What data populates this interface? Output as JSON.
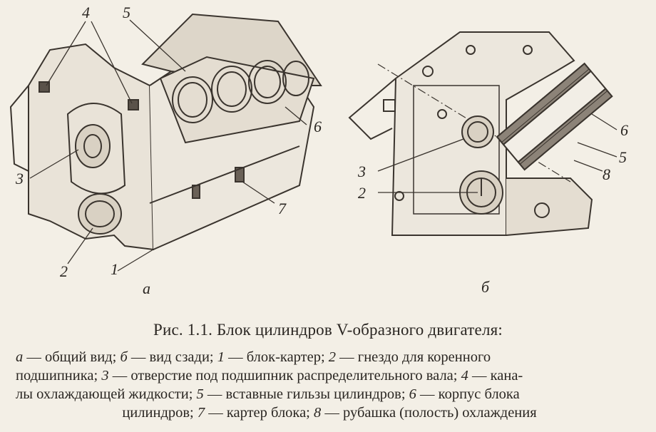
{
  "figure": {
    "panel_a": {
      "sublabel": "а",
      "callouts": [
        "4",
        "5",
        "6",
        "3",
        "2",
        "1",
        "7"
      ]
    },
    "panel_b": {
      "sublabel": "б",
      "callouts": [
        "6",
        "5",
        "8",
        "3",
        "2"
      ]
    }
  },
  "caption": {
    "title": "Рис. 1.1. Блок цилиндров V-образного двигателя:",
    "lines": [
      [
        {
          "i": "а"
        },
        " — общий вид; ",
        {
          "i": "б"
        },
        " — вид сзади; ",
        {
          "i": "1"
        },
        " — блок-картер; ",
        {
          "i": "2"
        },
        " — гнездо для коренного"
      ],
      [
        "подшипника; ",
        {
          "i": "3"
        },
        " — отверстие под подшипник распределительного вала; ",
        {
          "i": "4"
        },
        " — кана-"
      ],
      [
        "лы охлаждающей жидкости; ",
        {
          "i": "5"
        },
        " — вставные гильзы цилиндров; ",
        {
          "i": "6"
        },
        " — корпус блока"
      ],
      [
        "цилиндров; ",
        {
          "i": "7"
        },
        " — картер блока; ",
        {
          "i": "8"
        },
        " — рубашка (полость) охлаждения"
      ]
    ]
  }
}
